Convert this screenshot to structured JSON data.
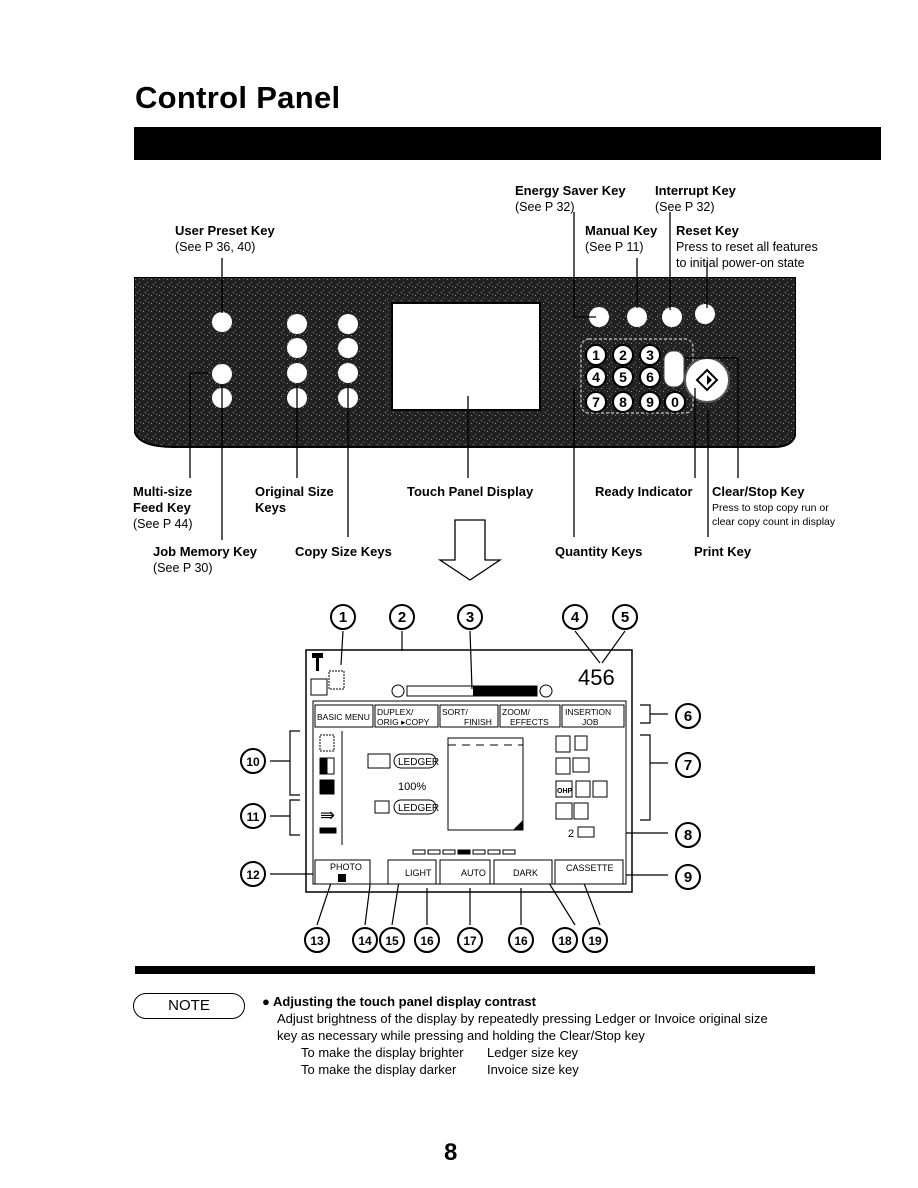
{
  "page": {
    "title": "Control Panel",
    "number": "8"
  },
  "keys": {
    "energy": {
      "name": "Energy Saver Key",
      "ref": "(See P 32)"
    },
    "interrupt": {
      "name": "Interrupt Key",
      "ref": "(See P 32)"
    },
    "user_preset": {
      "name": "User Preset Key",
      "ref": "(See P 36, 40)"
    },
    "manual": {
      "name": "Manual Key",
      "ref": "(See P 11)"
    },
    "reset": {
      "name": "Reset Key",
      "desc1": "Press to reset all features",
      "desc2": "to initial power-on state"
    },
    "multi_size": {
      "name1": "Multi-size",
      "name2": "Feed Key",
      "ref": "(See P 44)"
    },
    "original_size": {
      "name1": "Original Size",
      "name2": "Keys"
    },
    "touch_panel": {
      "name": "Touch Panel Display"
    },
    "ready": {
      "name": "Ready Indicator"
    },
    "clear_stop": {
      "name": "Clear/Stop Key",
      "desc1": "Press to stop copy run or",
      "desc2": "clear copy count in display"
    },
    "job_memory": {
      "name": "Job Memory Key",
      "ref": "(See P 30)"
    },
    "copy_size": {
      "name": "Copy Size Keys"
    },
    "quantity": {
      "name": "Quantity Keys"
    },
    "print": {
      "name": "Print Key"
    }
  },
  "keypad": [
    "1",
    "2",
    "3",
    "4",
    "5",
    "6",
    "7",
    "8",
    "9",
    "0"
  ],
  "display": {
    "count": "456",
    "tabs": [
      "BASIC MENU",
      "DUPLEX/",
      "ORIG ▸COPY",
      "SORT/",
      "FINISH",
      "ZOOM/",
      "EFFECTS",
      "INSERTION",
      "JOB"
    ],
    "orig_paper": "LEDGER",
    "zoom": "100%",
    "copy_paper": "LEDGER",
    "quantity_small": "2",
    "photo": "PHOTO",
    "light": "LIGHT",
    "auto": "AUTO",
    "dark": "DARK",
    "cassette": "CASSETTE",
    "ohp": "OHP",
    "callouts": [
      "1",
      "2",
      "3",
      "4",
      "5",
      "6",
      "7",
      "8",
      "9",
      "10",
      "11",
      "12",
      "13",
      "14",
      "15",
      "16",
      "17",
      "16",
      "18",
      "19"
    ]
  },
  "note": {
    "tag": "NOTE",
    "heading": "Adjusting the touch panel display contrast",
    "line1": "Adjust brightness of the display by repeatedly pressing Ledger or Invoice original size",
    "line2": "key as necessary while pressing and holding the Clear/Stop key",
    "brighter_label": "To make the display brighter",
    "brighter_value": "Ledger size key",
    "darker_label": "To make the display darker",
    "darker_value": "Invoice size key"
  }
}
